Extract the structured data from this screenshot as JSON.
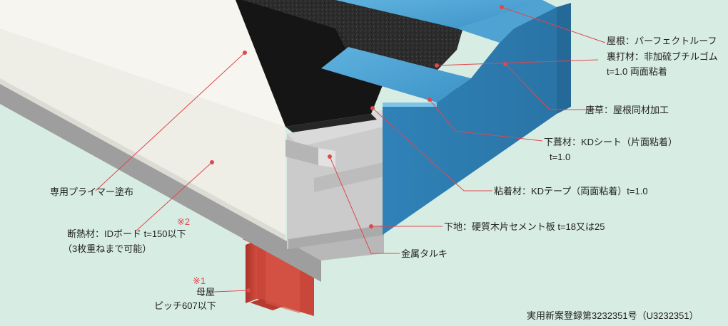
{
  "colors": {
    "background": "#d7ece3",
    "leader_line": "#e0474c",
    "roof_blue": "#3b8fc3",
    "roof_blue_dark": "#2a74a6",
    "roof_blue_light": "#5aaedb",
    "membrane_black": "#151515",
    "granule_dark": "#2a2a2a",
    "insulation_white": "#eeede6",
    "board_gray": "#c9c9c9",
    "purlin_red": "#c8463a"
  },
  "labels": {
    "roof": "屋根：パーフェクトルーフ",
    "backing_line1": "裏打材：非加硫ブチルゴム",
    "backing_line2": "t=1.0 両面粘着",
    "karakusa": "唐草：屋根同材加工",
    "underlay_line1": "下葺材：KDシート（片面粘着）",
    "underlay_line2": "t=1.0",
    "primer": "専用プライマー塗布",
    "adhesive": "粘着材：KDテープ（両面粘着）t=1.0",
    "insulation_mark": "※2",
    "insulation_line1": "断熱材：IDボード t=150以下",
    "insulation_line2": "（3枚重ねまで可能）",
    "substrate": "下地：硬質木片セメント板 t=18又は25",
    "metal_tarki": "金属タルキ",
    "purlin_mark": "※1",
    "purlin_line1": "母屋",
    "purlin_line2": "ピッチ607以下"
  },
  "footer": {
    "patent": "実用新案登録第3232351号（U3232351）"
  }
}
